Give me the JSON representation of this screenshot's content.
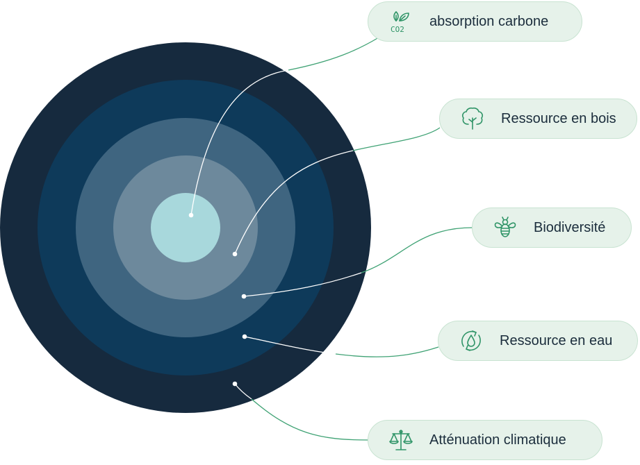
{
  "colors": {
    "rings": [
      "#162a3e",
      "#0e3a5a",
      "#3f6580",
      "#6d899c",
      "#a8d8dc"
    ],
    "connector": "#3fa274",
    "icon": "#2f9467",
    "pill_bg": "#e6f2ea",
    "pill_border": "#c8e3d1",
    "text": "#1b2d3c"
  },
  "items": [
    {
      "label": "absorption carbone",
      "icon": "co2-leaf-icon"
    },
    {
      "label": "Ressource en bois",
      "icon": "tree-icon"
    },
    {
      "label": "Biodiversité",
      "icon": "bee-icon"
    },
    {
      "label": "Ressource en eau",
      "icon": "water-cycle-icon"
    },
    {
      "label": "Atténuation climatique",
      "icon": "balance-scale-icon"
    }
  ]
}
